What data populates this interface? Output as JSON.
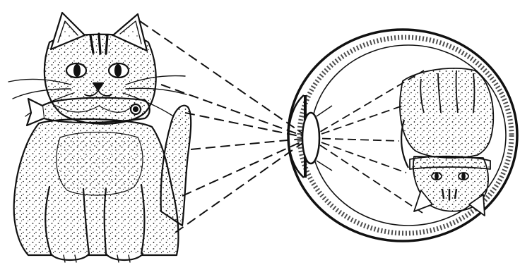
{
  "illustration": {
    "subject": "cat",
    "lens": "eye",
    "image_on_retina": "inverted cat"
  },
  "colors": {
    "ink": "#111111",
    "paper": "#ffffff"
  }
}
